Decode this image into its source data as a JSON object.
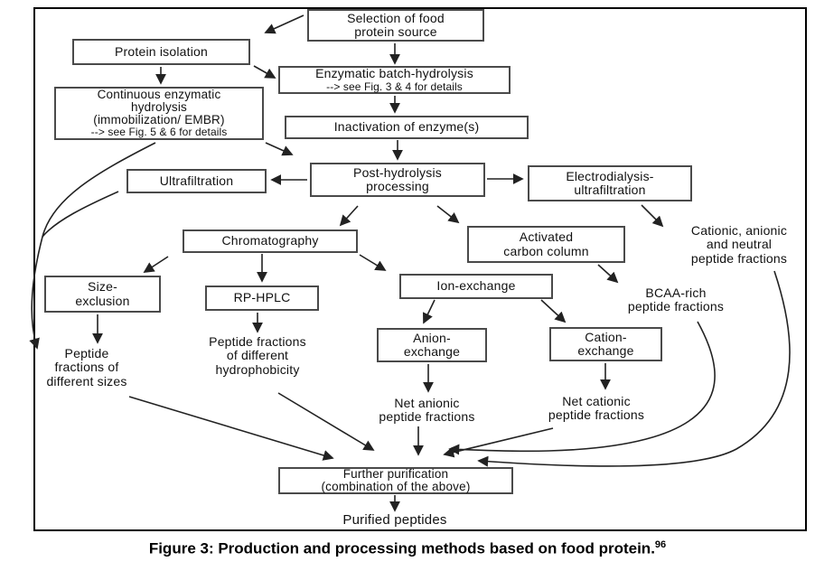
{
  "nodes": {
    "selection": {
      "label": "Selection of food\nprotein source"
    },
    "protein_isolation": {
      "label": "Protein isolation"
    },
    "enzymatic_batch": {
      "label": "Enzymatic batch-hydrolysis",
      "note": "--> see Fig. 3 & 4 for details"
    },
    "continuous": {
      "label": "Continuous enzymatic\nhydrolysis\n(immobilization/ EMBR)",
      "note": "--> see Fig. 5 & 6 for details"
    },
    "inactivation": {
      "label": "Inactivation of enzyme(s)"
    },
    "post_hydrolysis": {
      "label": "Post-hydrolysis\nprocessing"
    },
    "ultrafiltration": {
      "label": "Ultrafiltration"
    },
    "electrodialysis": {
      "label": "Electrodialysis-\nultrafiltration"
    },
    "chromatography": {
      "label": "Chromatography"
    },
    "activated_carbon": {
      "label": "Activated\ncarbon column"
    },
    "cationic_anionic_neutral": {
      "label": "Cationic, anionic\nand neutral\npeptide fractions"
    },
    "size_exclusion": {
      "label": "Size-\nexclusion"
    },
    "rp_hplc": {
      "label": "RP-HPLC"
    },
    "ion_exchange": {
      "label": "Ion-exchange"
    },
    "bcaa_rich": {
      "label": "BCAA-rich\npeptide fractions"
    },
    "anion_exchange": {
      "label": "Anion-\nexchange"
    },
    "cation_exchange": {
      "label": "Cation-\nexchange"
    },
    "peptide_sizes": {
      "label": "Peptide\nfractions of\ndifferent sizes"
    },
    "peptide_hydrophobicity": {
      "label": "Peptide fractions\nof different\nhydrophobicity"
    },
    "net_anionic": {
      "label": "Net anionic\npeptide fractions"
    },
    "net_cationic": {
      "label": "Net cationic\npeptide fractions"
    },
    "further_purification": {
      "label": "Further purification\n(combination of the above)"
    },
    "purified_peptides": {
      "label": "Purified peptides"
    }
  },
  "caption": {
    "text": "Figure 3: Production and processing methods based on food protein.",
    "superscript": "96"
  },
  "colors": {
    "line": "#222222",
    "box_border": "#4a4a4a",
    "background": "#ffffff",
    "text": "#111111"
  }
}
